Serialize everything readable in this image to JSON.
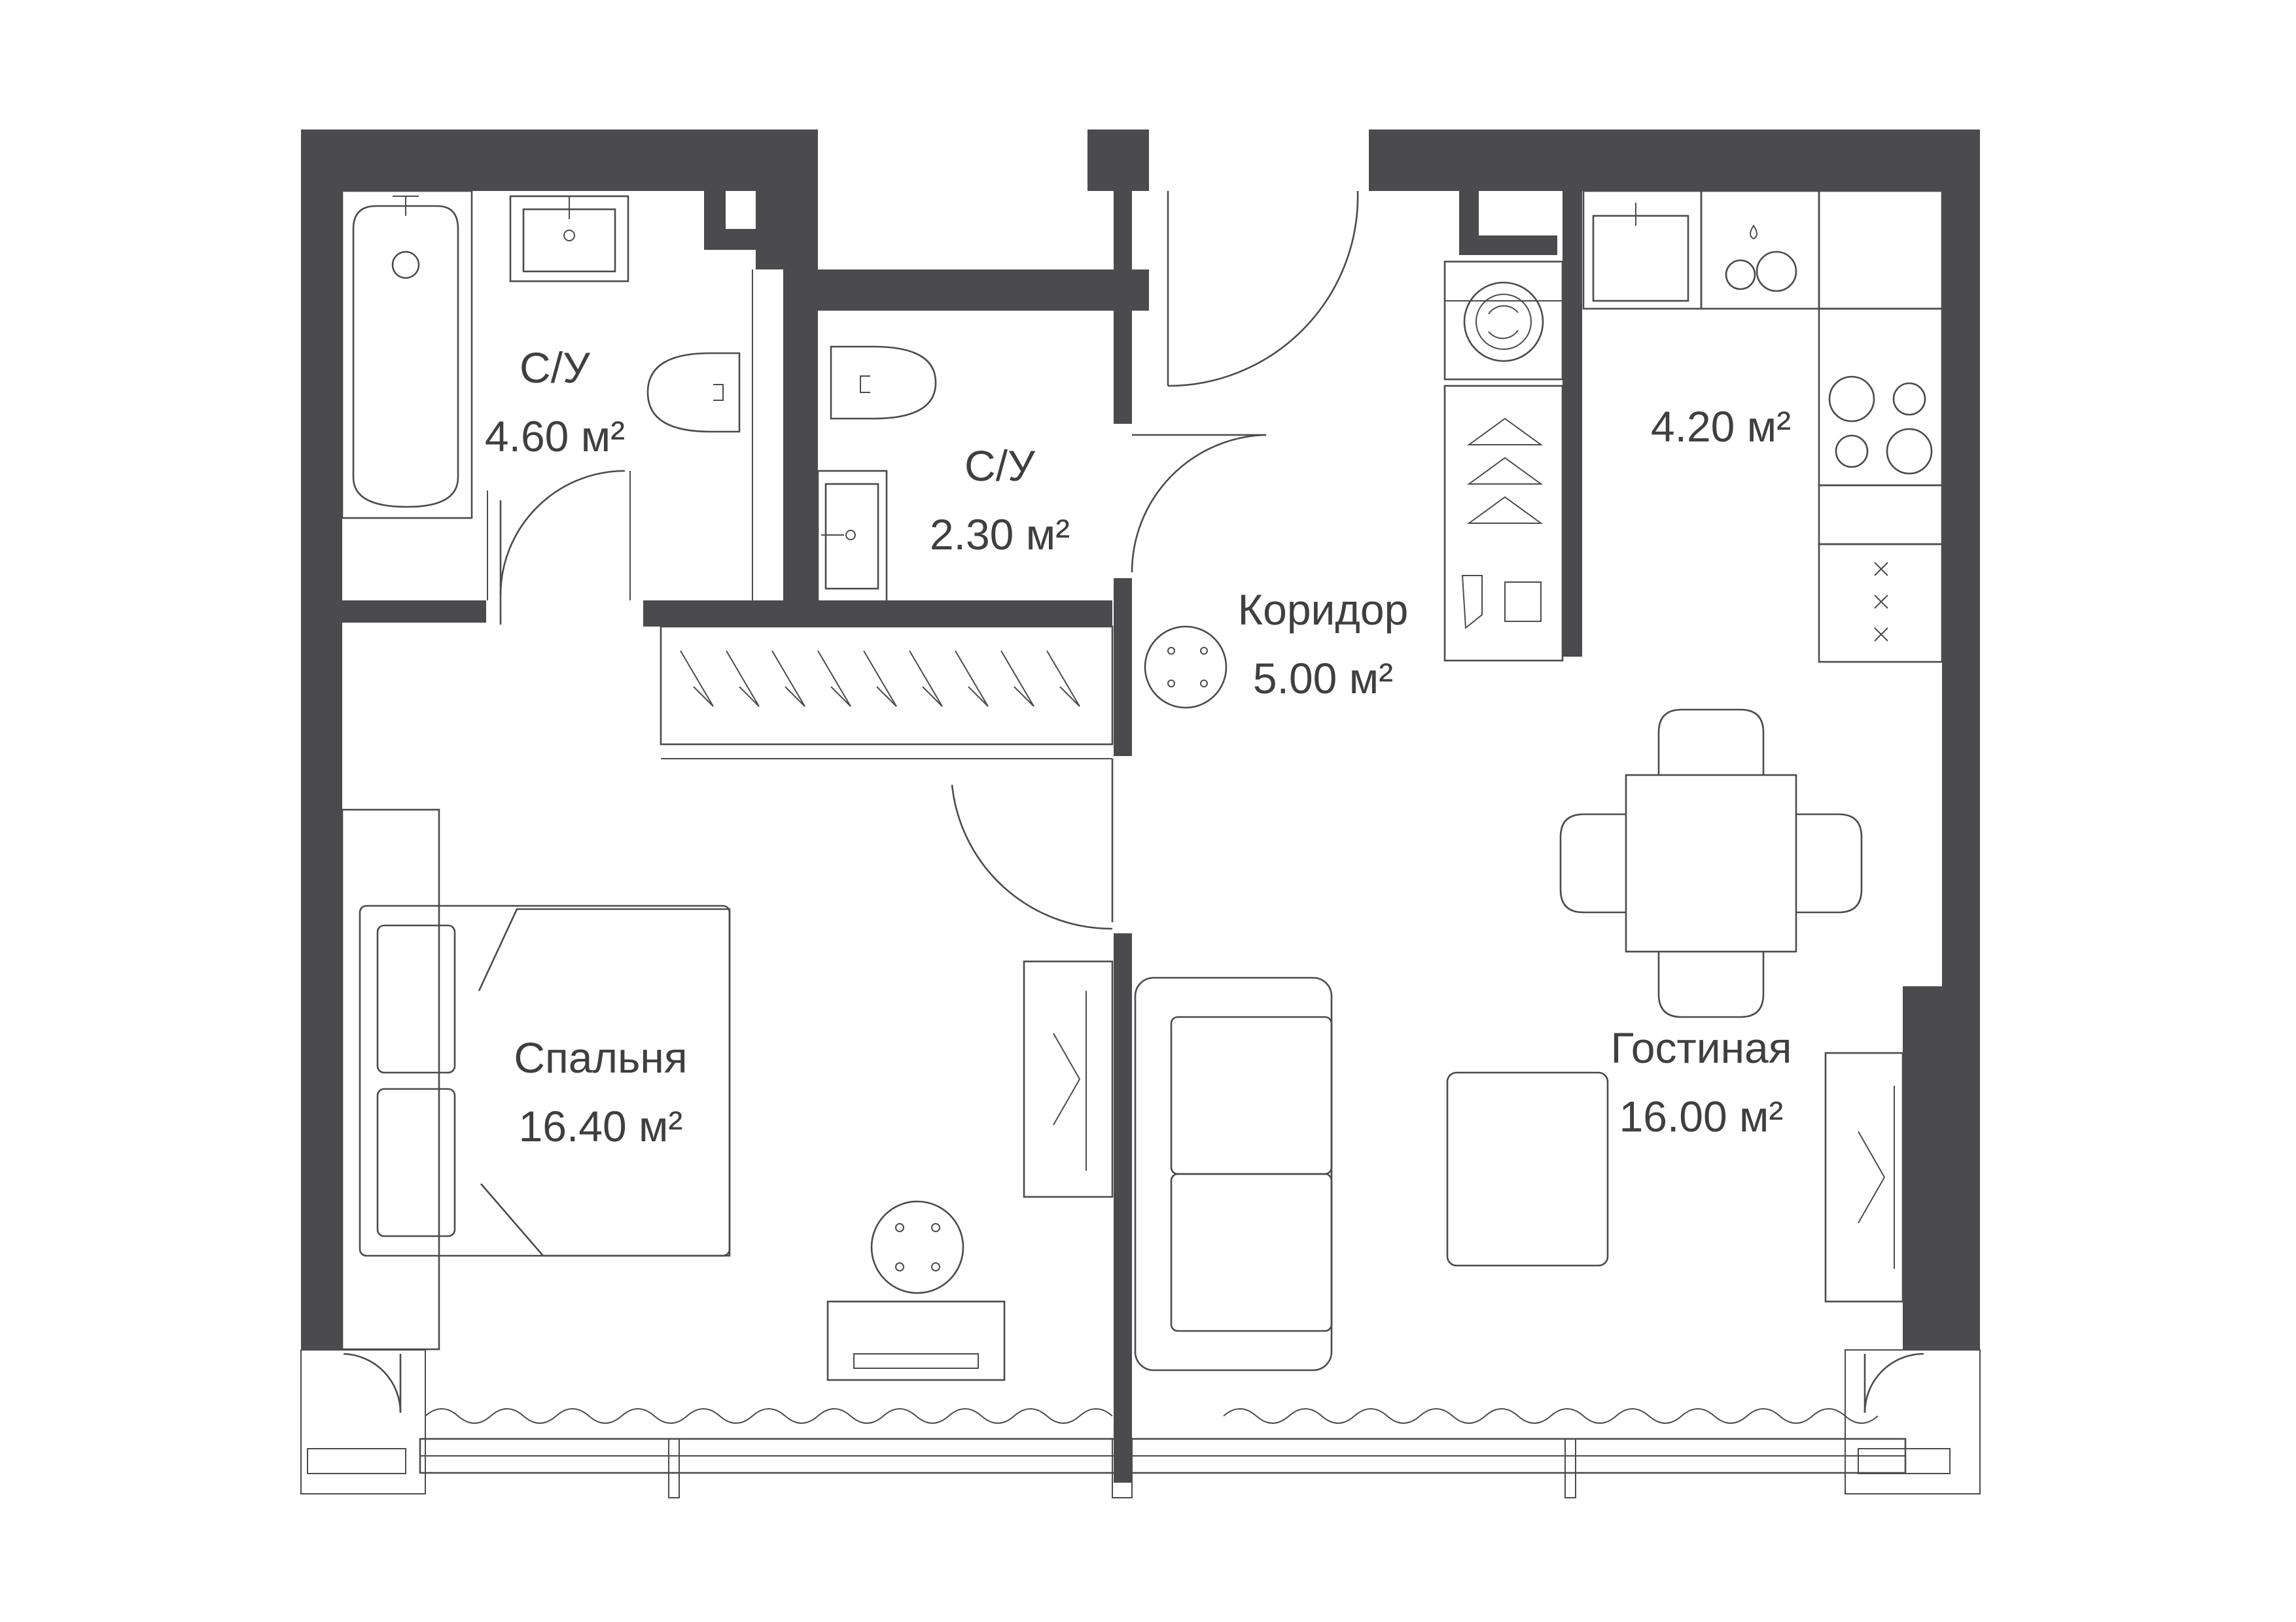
{
  "colors": {
    "wall": "#4b4b4d",
    "line": "#4b4b4d",
    "text": "#3f3f41",
    "background": "#ffffff"
  },
  "rooms": {
    "bath_large": {
      "name": "С/У",
      "area": "4.60 м²"
    },
    "bath_small": {
      "name": "С/У",
      "area": "2.30 м²"
    },
    "corridor": {
      "name": "Коридор",
      "area": "5.00 м²"
    },
    "kitchen": {
      "area": "4.20 м²"
    },
    "bedroom": {
      "name": "Спальня",
      "area": "16.40 м²"
    },
    "living": {
      "name": "Гостиная",
      "area": "16.00 м²"
    }
  },
  "icons": [
    "bathtub-icon",
    "washbasin-icon",
    "toilet-icon",
    "washing-machine-icon",
    "clothes-hanger-icon",
    "kitchen-sink-icon",
    "dishes-icon",
    "stove-icon",
    "wardrobe-icon",
    "bed-icon",
    "round-table-icon",
    "dining-table-icon",
    "chair-icon",
    "sofa-icon",
    "armchair-icon",
    "radiator-icon",
    "curtain-icon",
    "door-swing-icon",
    "window-icon"
  ]
}
